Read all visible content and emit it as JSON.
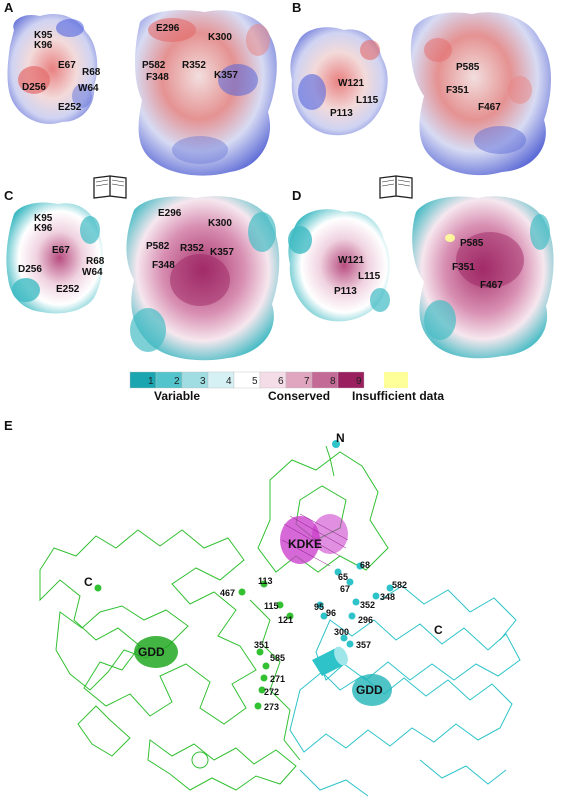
{
  "panels": {
    "a": {
      "letter": "A",
      "residues_left": [
        "K95",
        "K96",
        "E67",
        "R68",
        "W64",
        "D256",
        "E252"
      ],
      "residues_right": [
        "E296",
        "K300",
        "P582",
        "F348",
        "R352",
        "K357"
      ]
    },
    "b": {
      "letter": "B",
      "residues_left": [
        "W121",
        "L115",
        "P113"
      ],
      "residues_right": [
        "P585",
        "F351",
        "F467"
      ]
    },
    "c": {
      "letter": "C",
      "residues_left": [
        "K95",
        "K96",
        "E67",
        "R68",
        "W64",
        "D256",
        "E252"
      ],
      "residues_right": [
        "E296",
        "K300",
        "P582",
        "R352",
        "K357",
        "F348"
      ]
    },
    "d": {
      "letter": "D",
      "residues_left": [
        "W121",
        "L115",
        "P113"
      ],
      "residues_right": [
        "P585",
        "F351",
        "F467"
      ]
    },
    "e": {
      "letter": "E"
    }
  },
  "legend": {
    "bins": [
      {
        "label": "1",
        "color": "#1aa5b0"
      },
      {
        "label": "2",
        "color": "#54c4cc"
      },
      {
        "label": "3",
        "color": "#9fdde2"
      },
      {
        "label": "4",
        "color": "#d5f1f3"
      },
      {
        "label": "5",
        "color": "#ffffff"
      },
      {
        "label": "6",
        "color": "#f5dde8"
      },
      {
        "label": "7",
        "color": "#e0a6c0"
      },
      {
        "label": "8",
        "color": "#c36a96"
      },
      {
        "label": "9",
        "color": "#9a1f5f"
      }
    ],
    "variable_label": "Variable",
    "conserved_label": "Conserved",
    "insufficient_label": "Insufficient data",
    "insufficient_color": "#ffff99"
  },
  "panel_e": {
    "n_label": "N",
    "c_left_label": "C",
    "c_right_label": "C",
    "kdke_label": "KDKE",
    "gdd_left_label": "GDD",
    "gdd_right_label": "GDD",
    "green_nodes": [
      "467",
      "113",
      "115",
      "121",
      "351",
      "585",
      "271",
      "272",
      "273"
    ],
    "cyan_nodes": [
      "68",
      "65",
      "67",
      "582",
      "348",
      "352",
      "95",
      "96",
      "296",
      "300",
      "357"
    ]
  },
  "colors": {
    "green_chain": "#33c033",
    "cyan_chain": "#2ec3c9",
    "magenta": "#c935c9",
    "electro_red": "#e06060",
    "electro_blue": "#5566dd"
  }
}
